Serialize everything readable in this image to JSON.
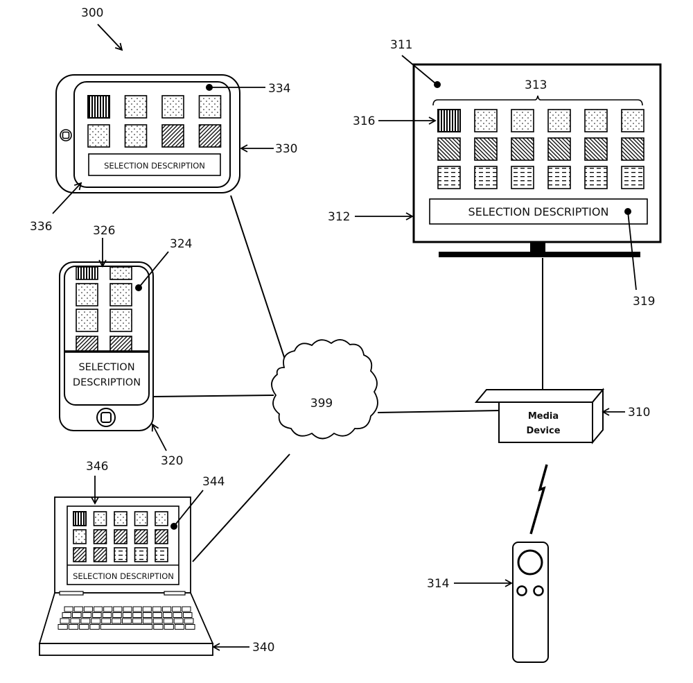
{
  "figure": {
    "ref": "300",
    "tiles": {
      "selected": "vertical-stripes",
      "dotted": "dots",
      "hatched": "diagonal-hatch",
      "dashed": "dashes"
    }
  },
  "television": {
    "labels": {
      "screen": "311",
      "device": "312",
      "grid": "313",
      "selected_item": "316",
      "description": "319"
    },
    "rows": [
      [
        "vertical-stripes",
        "dots",
        "dots",
        "dots",
        "dots",
        "dots"
      ],
      [
        "diagonal-hatch",
        "diagonal-hatch",
        "diagonal-hatch",
        "diagonal-hatch",
        "diagonal-hatch",
        "diagonal-hatch"
      ],
      [
        "dashes",
        "dashes",
        "dashes",
        "dashes",
        "dashes",
        "dashes"
      ]
    ],
    "description_text": "SELECTION DESCRIPTION"
  },
  "tablet": {
    "labels": {
      "device": "330",
      "screen": "334",
      "frame": "336"
    },
    "rows": [
      [
        "vertical-stripes",
        "dots",
        "dots",
        "dots"
      ],
      [
        "dots",
        "dots",
        "diagonal-hatch",
        "diagonal-hatch"
      ]
    ],
    "description_text": "SELECTION DESCRIPTION"
  },
  "phone": {
    "labels": {
      "device": "320",
      "screen": "324",
      "selected_item": "326"
    },
    "description_line1": "SELECTION",
    "description_line2": "DESCRIPTION"
  },
  "laptop": {
    "labels": {
      "device": "340",
      "screen": "344",
      "selected_item": "346"
    },
    "rows": [
      [
        "vertical-stripes",
        "dots",
        "dots",
        "dots",
        "dots"
      ],
      [
        "dots",
        "diagonal-hatch",
        "diagonal-hatch",
        "diagonal-hatch",
        "diagonal-hatch"
      ],
      [
        "diagonal-hatch",
        "diagonal-hatch",
        "dashes",
        "dashes",
        "dashes"
      ]
    ],
    "description_text": "SELECTION DESCRIPTION"
  },
  "network": {
    "label": "399"
  },
  "media_device": {
    "label": "310",
    "text_line1": "Media",
    "text_line2": "Device"
  },
  "remote": {
    "label": "314"
  }
}
